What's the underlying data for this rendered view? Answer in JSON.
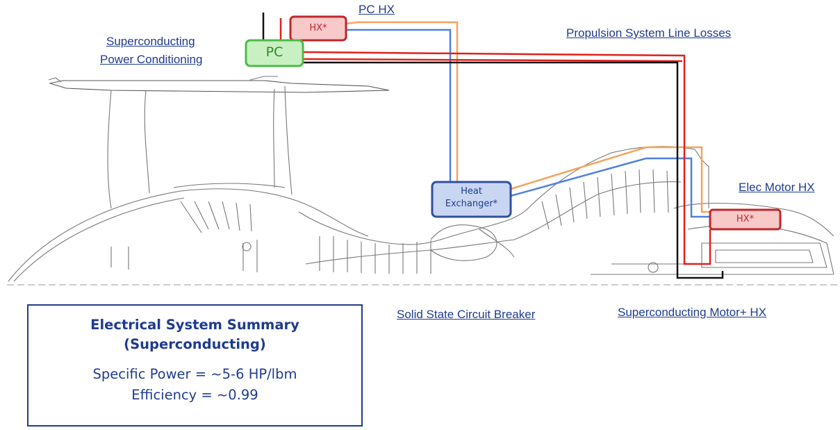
{
  "labels": {
    "pc_hx": "PC HX",
    "propulsion_line_losses": "Propulsion System Line Losses",
    "sc_power_conditioning_line1": "Superconducting",
    "sc_power_conditioning_line2": "Power Conditioning",
    "elec_motor_hx": "Elec Motor HX",
    "solid_state_circuit_breaker": "Solid State Circuit Breaker",
    "sc_motor_hx": "Superconducting  Motor+ HX"
  },
  "boxes": {
    "pc_hx": "HX*",
    "pc": "PC",
    "heat_exchanger_line1": "Heat",
    "heat_exchanger_line2": "Exchanger*",
    "motor_hx": "HX*"
  },
  "summary": {
    "title_line1": "Electrical System Summary",
    "title_line2": "(Superconducting)",
    "specific_power": "Specific Power = ~5-6 HP/lbm",
    "efficiency": "Efficiency = ~0.99"
  },
  "colors": {
    "link_text": "#1f3b8f",
    "hot_line": "#e0201c",
    "cold_line": "#4f7fe0",
    "coolant_orange": "#f5a35c",
    "power_black": "#111111",
    "hx_fill": "#f7c9c9",
    "hx_border": "#c0262b",
    "pc_fill": "#c9f0c2",
    "pc_border": "#4cbb47",
    "heat_exchanger_fill": "#c9d6f2",
    "heat_exchanger_border": "#2f4fa0"
  }
}
